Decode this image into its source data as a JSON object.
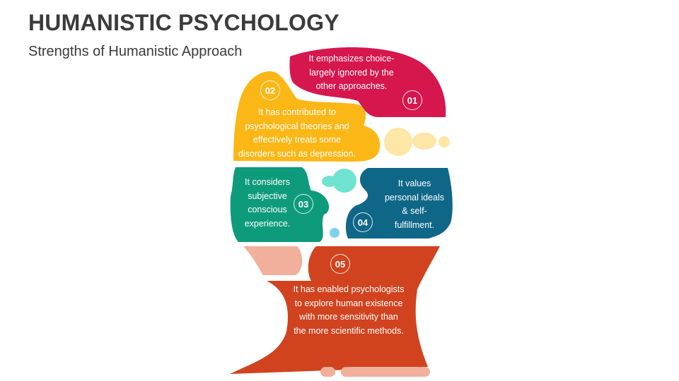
{
  "header": {
    "title": "HUMANISTIC PSYCHOLOGY",
    "subtitle": "Strengths of Humanistic Approach"
  },
  "colors": {
    "crimson": "#d6174e",
    "amber": "#fbb716",
    "green": "#0e9b7b",
    "teal": "#0f6788",
    "orange": "#d1431f",
    "peach": "#f2b09c",
    "pale_yellow": "#fde6a6",
    "mint": "#6fe3cf",
    "sky": "#7fd2ee",
    "title_text": "#3b3b3b"
  },
  "segments": [
    {
      "number": "01",
      "text": "It emphasizes choice-largely ignored by the other approaches."
    },
    {
      "number": "02",
      "text": "It has contributed to psychological theories and effectively treats some disorders such as depression."
    },
    {
      "number": "03",
      "text": "It considers subjective conscious experience."
    },
    {
      "number": "04",
      "text": "It values personal ideals & self-fulfillment."
    },
    {
      "number": "05",
      "text": "It has enabled psychologists to explore human existence with more sensitivity than the more scientific methods."
    }
  ]
}
